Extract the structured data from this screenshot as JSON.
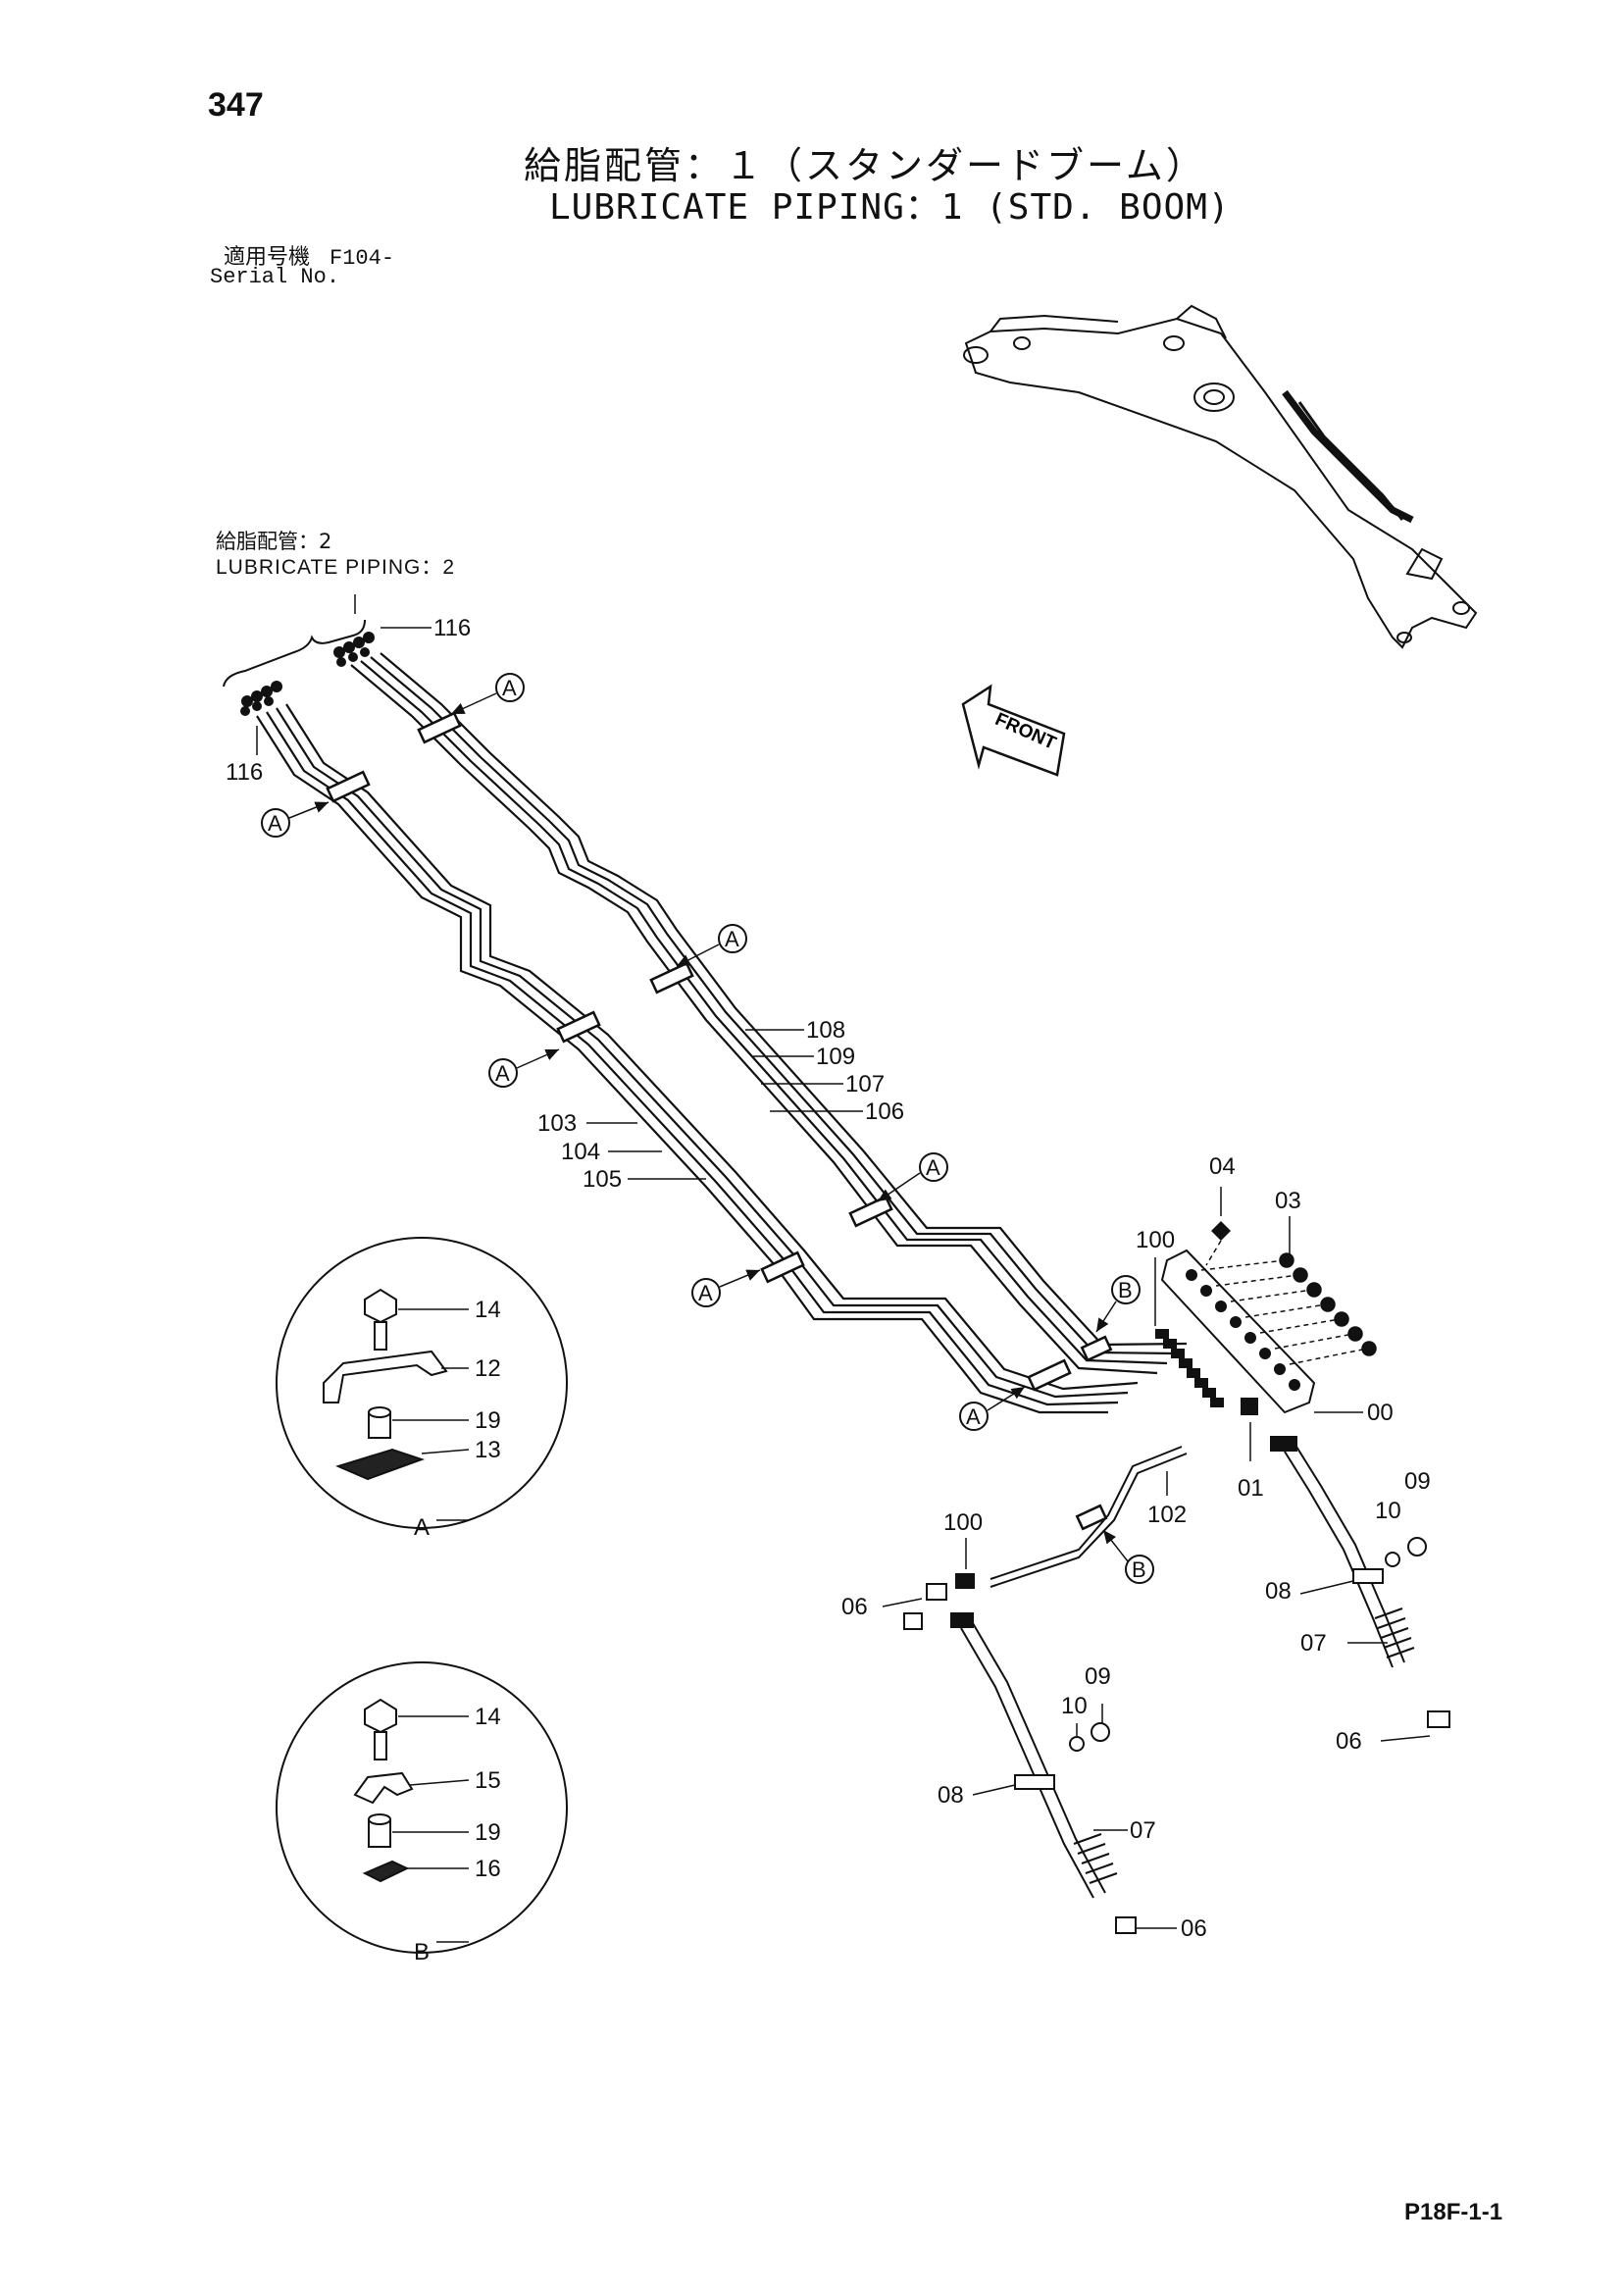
{
  "header": {
    "page_number": "347",
    "title_jp": "給脂配管：１（スタンダードブーム）",
    "title_en": "LUBRICATE PIPING：1 (STD. BOOM)",
    "serial_label_jp": "適用号機",
    "serial_value": "F104-",
    "serial_label_en": "Serial No."
  },
  "reference": {
    "label_jp": "給脂配管：2",
    "label_en": "LUBRICATE PIPING：2"
  },
  "front_arrow_label": "FRONT",
  "callouts": {
    "c116a": "116",
    "c116b": "116",
    "c108": "108",
    "c109": "109",
    "c107": "107",
    "c106": "106",
    "c103": "103",
    "c104": "104",
    "c105": "105",
    "c04": "04",
    "c03": "03",
    "c100a": "100",
    "c00": "00",
    "c01": "01",
    "c102": "102",
    "c100b": "100",
    "c06a": "06",
    "c10a": "10",
    "c09a": "09",
    "c08a": "08",
    "c07a": "07",
    "c06b": "06",
    "c09b": "09",
    "c10b": "10",
    "c08b": "08",
    "c07b": "07",
    "c06c": "06"
  },
  "detail_a": {
    "label": "A",
    "items": [
      "14",
      "12",
      "19",
      "13"
    ]
  },
  "detail_b": {
    "label": "B",
    "items": [
      "14",
      "15",
      "19",
      "16"
    ]
  },
  "markers": {
    "a": "A",
    "b": "B"
  },
  "footer": {
    "page_code": "P18F-1-1"
  }
}
